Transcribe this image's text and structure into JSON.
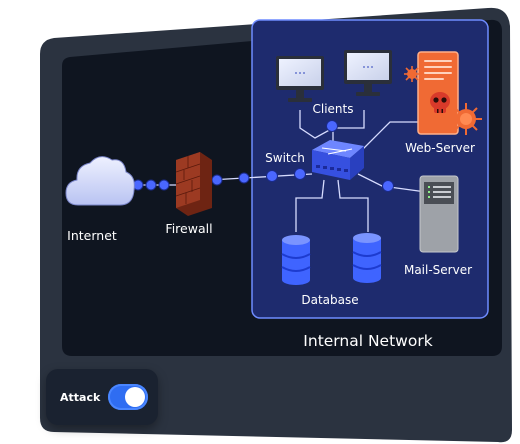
{
  "labels": {
    "internet": "Internet",
    "firewall": "Firewall",
    "switch": "Switch",
    "clients": "Clients",
    "web_server": "Web-Server",
    "mail_server": "Mail-Server",
    "database": "Database",
    "internal_network": "Internal Network"
  },
  "attack": {
    "label": "Attack",
    "enabled": true
  },
  "colors": {
    "frame": "#2b3340",
    "panel": "#0f1520",
    "network_border": "#6f8cff",
    "network_fill": "#1e2b6e",
    "link": "#d7dcff",
    "node_dot": "#4a67ff",
    "switch": "#4a67ff",
    "database": "#3f64ff",
    "web_server": "#f06a34",
    "virus": "#f06a34",
    "mail_server": "#9ea2a8",
    "firewall": "#8a2e1c",
    "toggle": "#2f6df2"
  }
}
